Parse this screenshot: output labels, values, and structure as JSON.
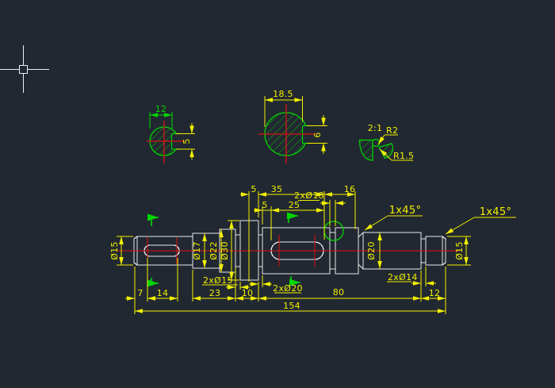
{
  "app": {
    "view": "cad-model-space"
  },
  "colors": {
    "background": "#222831",
    "outline": "#e8e8e8",
    "dimension_yellow": "#f0f000",
    "centerline_red": "#dd1111",
    "section_green": "#00d800"
  },
  "section_views": {
    "left_section": {
      "width": "12",
      "keyway_height": "5"
    },
    "middle_section": {
      "width": "18.5",
      "keyway_height": "6"
    }
  },
  "detail_view": {
    "scale": "2:1",
    "radius_outer": "R2",
    "radius_inner": "R1.5"
  },
  "shaft_view": {
    "diameters": {
      "left_end": "Ø15",
      "second": "Ø17",
      "third": "Ø22",
      "flange": "Ø30",
      "fifth": "Ø20",
      "right_end": "Ø15"
    },
    "chamfer_left": "1x45°",
    "chamfer_right": "1x45°",
    "top_dims": {
      "d5a": "5",
      "d35": "35",
      "d16": "16",
      "groove18": "2xØ18",
      "d5b": "5",
      "d25": "25"
    },
    "bottom_dims": {
      "d7": "7",
      "d14": "14",
      "d23": "23",
      "d10": "10",
      "d80": "80",
      "d12": "12",
      "total": "154"
    },
    "groove_dims": {
      "g15": "2xØ15",
      "g20": "2xØ20",
      "g14": "2xØ14"
    }
  }
}
